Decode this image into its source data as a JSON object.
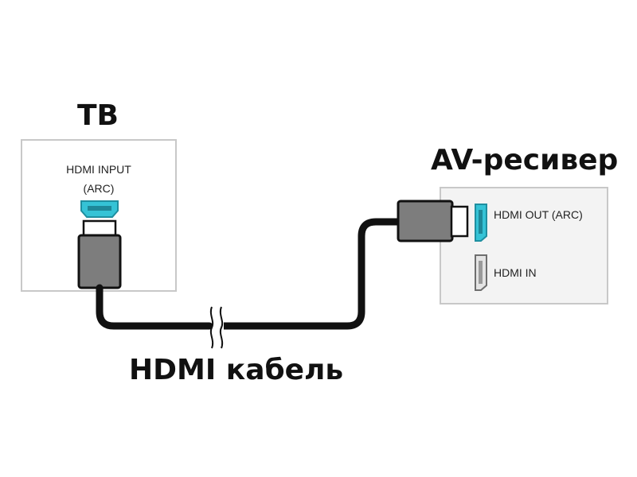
{
  "tv": {
    "title": "ТВ",
    "port_label_line1": "HDMI INPUT",
    "port_label_line2": "(ARC)"
  },
  "receiver": {
    "title": "AV-ресивер",
    "port_out_label": "HDMI OUT (ARC)",
    "port_in_label": "HDMI IN"
  },
  "cable": {
    "label": "HDMI кабель"
  },
  "colors": {
    "arc_port": "#35c3d6",
    "panel_border": "#c8c8c8",
    "tv_panel_fill": "#ffffff",
    "receiver_panel_fill": "#f3f3f3",
    "cable": "#111111",
    "plug_body": "#7d7d7d",
    "inactive_port": "#e4e4e4"
  },
  "icons": [
    "hdmi-port-icon",
    "hdmi-plug-icon"
  ]
}
